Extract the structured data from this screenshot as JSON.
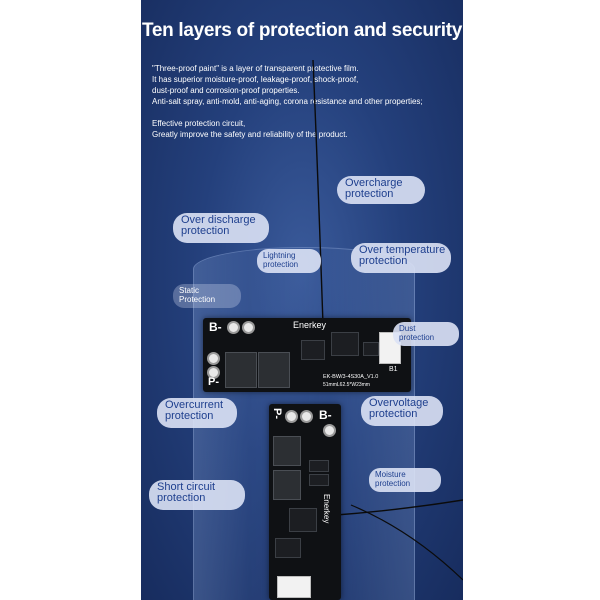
{
  "title": "Ten layers of protection and security",
  "description": [
    "\"Three-proof paint\" is a layer of transparent protective film.",
    "It has superior moisture-proof, leakage-proof, shock-proof,",
    "dust-proof and corrosion-proof properties.",
    "Anti-salt spray, anti-mold, anti-aging, corona resistance and other properties;",
    "",
    "Effective protection circuit,",
    "Greatly improve the safety and reliability of the product."
  ],
  "labels": {
    "overcharge": [
      "Overcharge",
      "protection"
    ],
    "over_discharge": [
      "Over discharge",
      "protection"
    ],
    "lightning": [
      "Lightning",
      "protection"
    ],
    "over_temperature": [
      "Over temperature",
      "protection"
    ],
    "static": [
      "Static",
      "Protection"
    ],
    "dust": [
      "Dust",
      "protection"
    ],
    "overcurrent": [
      "Overcurrent",
      "protection"
    ],
    "overvoltage": [
      "Overvoltage",
      "protection"
    ],
    "moisture": [
      "Moisture",
      "protection"
    ],
    "short_circuit": [
      "Short circuit",
      "protection"
    ]
  },
  "board1": {
    "b_minus": "B-",
    "p_minus": "P-",
    "brand": "Enerkey",
    "model": "EK-BW/3-4S30A_V1.0",
    "size": "51mmL62.5*W23mm",
    "b1": "B1"
  },
  "board2": {
    "p_minus": "P-",
    "b_minus": "B-",
    "brand": "Enerkey"
  },
  "colors": {
    "background": "#1f3a78",
    "pill_background": "#dce2f5",
    "pill_text": "#1e3f8e",
    "board": "#0f1114"
  }
}
